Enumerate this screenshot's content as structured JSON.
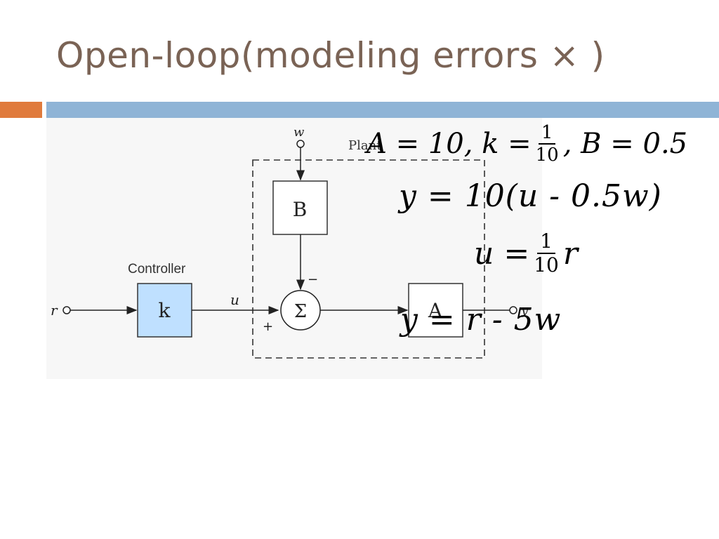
{
  "slide": {
    "title": "Open-loop(modeling errors × )"
  },
  "diagram": {
    "input_r": "r",
    "input_w": "w",
    "output_y": "y",
    "signal_u": "u",
    "plant_label": "Plant",
    "controller_label": "Controller",
    "block_k": "k",
    "block_B": "B",
    "block_A": "A",
    "sum_symbol": "Σ",
    "minus_sign": "−",
    "plus_sign": "+"
  },
  "equations": {
    "eq1": {
      "A_part": "A = 10,",
      "k_part": "k =",
      "frac_num": "1",
      "frac_den": "10",
      "B_part": ", B = 0.5"
    },
    "eq2": "y = 10(u - 0.5w)",
    "eq3": {
      "lhs": "u =",
      "frac_num": "1",
      "frac_den": "10",
      "rhs": "r"
    },
    "eq4": "y = r - 5w"
  },
  "colors": {
    "title": "#7a6355",
    "accent_orange": "#e07b3d",
    "accent_blue": "#8fb4d6",
    "controller_fill": "#bfe0ff"
  }
}
